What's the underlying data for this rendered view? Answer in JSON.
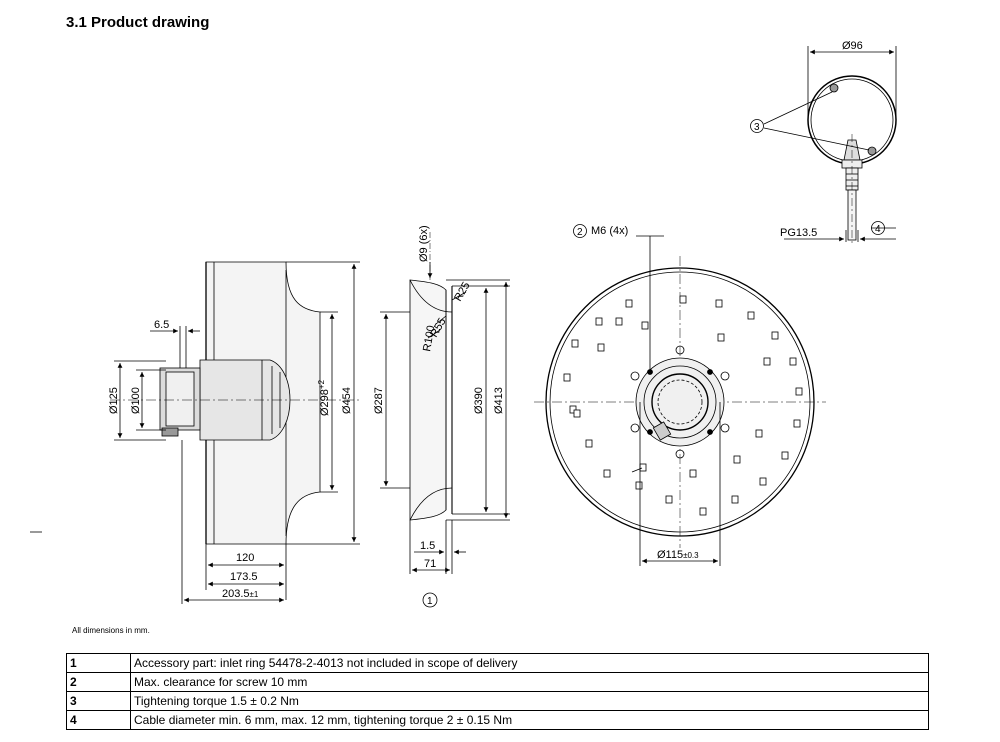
{
  "heading": "3.1 Product drawing",
  "dims": {
    "d96": "Ø96",
    "pg135": "PG13.5",
    "m6": "M6 (4x)",
    "d9": "Ø9 (6x)",
    "r25": "R25",
    "r55": "R55",
    "r100": "R100",
    "d65": "6.5",
    "d125": "Ø125",
    "d100": "Ø100",
    "d298": "Ø298",
    "d298_tol": "+2",
    "d454": "Ø454",
    "d287": "Ø287",
    "d390": "Ø390",
    "d413": "Ø413",
    "d120": "120",
    "d1735": "173.5",
    "d2035": "203.5",
    "d2035_tol": "±1",
    "d15": "1.5",
    "d71": "71",
    "d115": "Ø115",
    "d115_tol": "±0.3"
  },
  "callouts": {
    "c1": "1",
    "c2": "2",
    "c3": "3",
    "c4": "4"
  },
  "note": "All dimensions in mm.",
  "legend": [
    {
      "num": "1",
      "text": "Accessory part: inlet ring 54478-2-4013 not included in scope of delivery"
    },
    {
      "num": "2",
      "text": "Max. clearance for screw 10 mm"
    },
    {
      "num": "3",
      "text": "Tightening torque 1.5 ± 0.2 Nm"
    },
    {
      "num": "4",
      "text": "Cable diameter min. 6 mm, max. 12 mm, tightening torque 2 ± 0.15 Nm"
    }
  ]
}
